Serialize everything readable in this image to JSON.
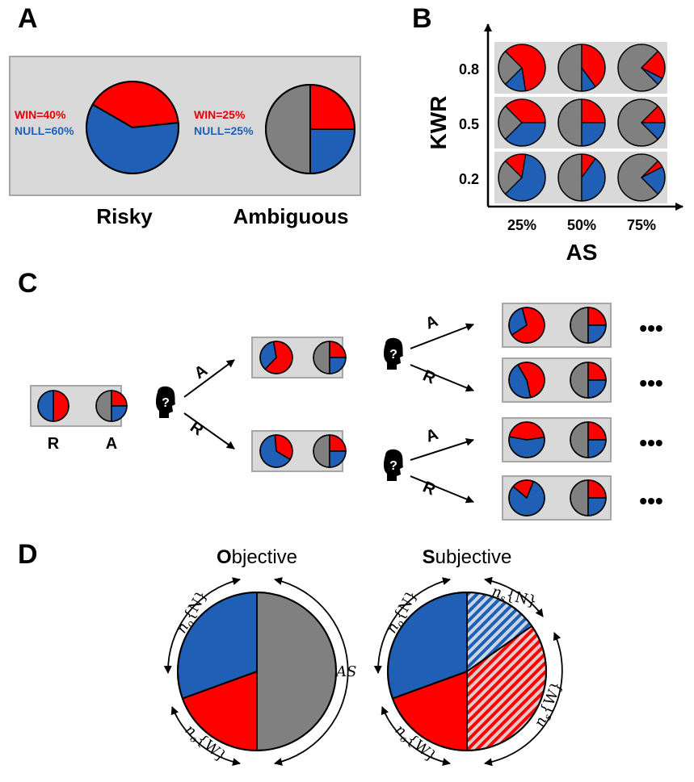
{
  "colors": {
    "win": "#ff0000",
    "null": "#1f5fb5",
    "ambiguous": "#808080",
    "panel_bg": "#d9d9d9",
    "panel_border": "#a6a6a6",
    "stroke": "#000000"
  },
  "panel_a": {
    "label": "A",
    "risky": {
      "win_label": "WIN=40%",
      "null_label": "NULL=60%",
      "caption": "Risky",
      "win": 0.4,
      "null": 0.6
    },
    "ambiguous": {
      "win_label": "WIN=25%",
      "null_label": "NULL=25%",
      "caption": "Ambiguous",
      "win": 0.25,
      "null": 0.25,
      "ambiguous": 0.5
    }
  },
  "panel_b": {
    "label": "B",
    "ylabel": "KWR",
    "xlabel": "AS",
    "rows": [
      "0.8",
      "0.5",
      "0.2"
    ],
    "cols": [
      "25%",
      "50%",
      "75%"
    ]
  },
  "panel_c": {
    "label": "C",
    "start_labels": [
      "R",
      "A"
    ],
    "branch_a": "A",
    "branch_r": "R",
    "ellipsis": "•••",
    "question_icon": "person-question-icon"
  },
  "panel_d": {
    "label": "D",
    "objective": {
      "title_first": "O",
      "title_rest": "bjective",
      "n_null": "n",
      "n_null_sub": "o",
      "n_null_set": "{N}",
      "n_win": "n",
      "n_win_sub": "o",
      "n_win_set": "{W}",
      "as_label": "AS"
    },
    "subjective": {
      "title_first": "S",
      "title_rest": "ubjective",
      "n_null": "n",
      "n_null_sub": "o",
      "n_null_set": "{N}",
      "n_win": "n",
      "n_win_sub": "o",
      "n_win_set": "{W}",
      "ns_null": "n",
      "ns_null_sub": "s",
      "ns_null_set": "{N}",
      "ns_win": "n",
      "ns_win_sub": "s",
      "ns_win_set": "{W}"
    }
  }
}
